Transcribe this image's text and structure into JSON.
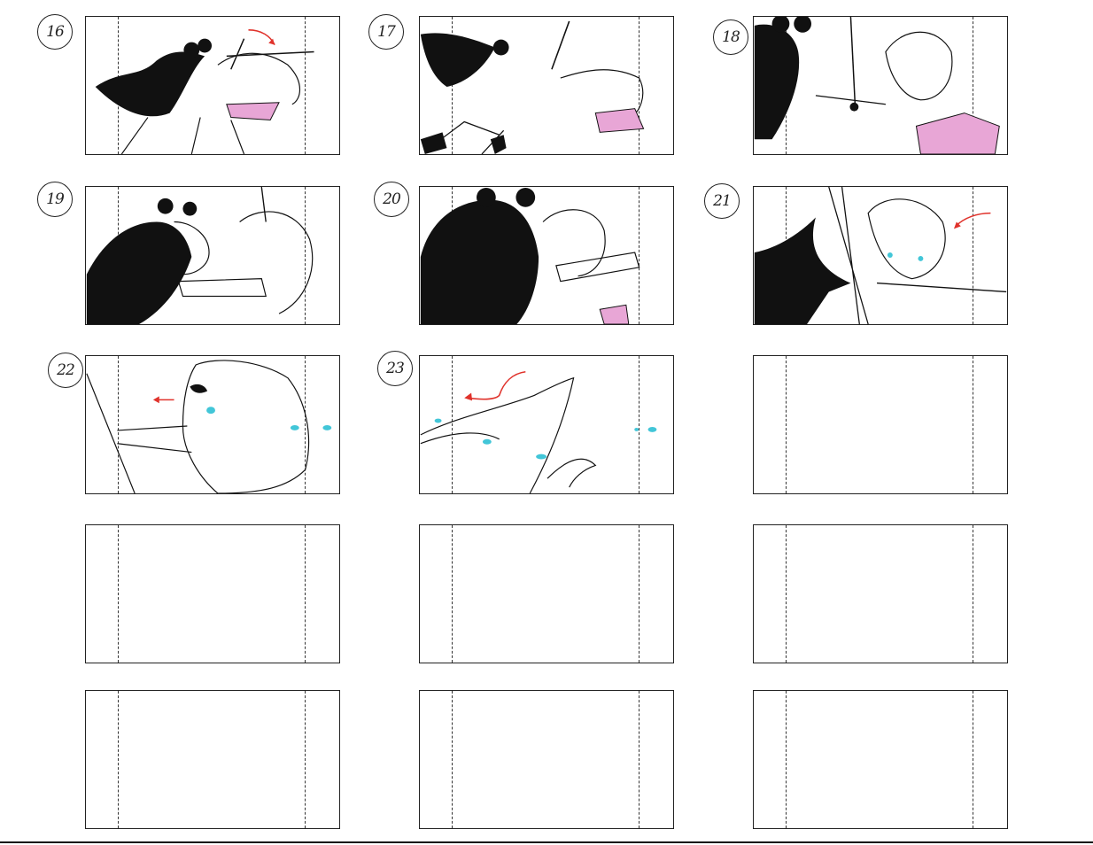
{
  "colors": {
    "ink": "#111111",
    "motion_arrow": "#e0322b",
    "skirt": "#e8a6d6",
    "tears": "#42c6d8"
  },
  "panels": [
    {
      "number": "16",
      "content": "sketch",
      "arrow": "motion_arrow"
    },
    {
      "number": "17",
      "content": "sketch"
    },
    {
      "number": "18",
      "content": "sketch"
    },
    {
      "number": "19",
      "content": "sketch"
    },
    {
      "number": "20",
      "content": "sketch"
    },
    {
      "number": "21",
      "content": "sketch",
      "arrow": "motion_arrow"
    },
    {
      "number": "22",
      "content": "sketch",
      "arrow": "motion_arrow"
    },
    {
      "number": "23",
      "content": "sketch",
      "arrow": "motion_arrow"
    },
    {
      "number": "",
      "content": "empty"
    },
    {
      "number": "",
      "content": "empty"
    },
    {
      "number": "",
      "content": "empty"
    },
    {
      "number": "",
      "content": "empty"
    },
    {
      "number": "",
      "content": "empty"
    },
    {
      "number": "",
      "content": "empty"
    },
    {
      "number": "",
      "content": "empty"
    }
  ]
}
